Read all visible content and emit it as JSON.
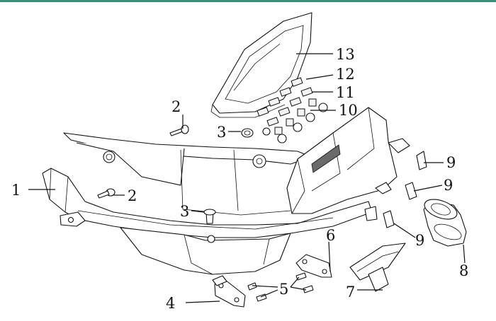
{
  "diagram": {
    "callouts": [
      {
        "id": "c1",
        "text": "1"
      },
      {
        "id": "c2a",
        "text": "2"
      },
      {
        "id": "c2b",
        "text": "2"
      },
      {
        "id": "c3a",
        "text": "3"
      },
      {
        "id": "c3b",
        "text": "3"
      },
      {
        "id": "c4",
        "text": "4"
      },
      {
        "id": "c5",
        "text": "5"
      },
      {
        "id": "c6",
        "text": "6"
      },
      {
        "id": "c7",
        "text": "7"
      },
      {
        "id": "c8",
        "text": "8"
      },
      {
        "id": "c9a",
        "text": "9"
      },
      {
        "id": "c9b",
        "text": "9"
      },
      {
        "id": "c9c",
        "text": "9"
      },
      {
        "id": "c10",
        "text": "10"
      },
      {
        "id": "c11",
        "text": "11"
      },
      {
        "id": "c12",
        "text": "12"
      },
      {
        "id": "c13",
        "text": "13"
      }
    ]
  },
  "colors": {
    "line": "#111111",
    "accent_bar": "#3a8f7a",
    "background": "#ffffff"
  }
}
